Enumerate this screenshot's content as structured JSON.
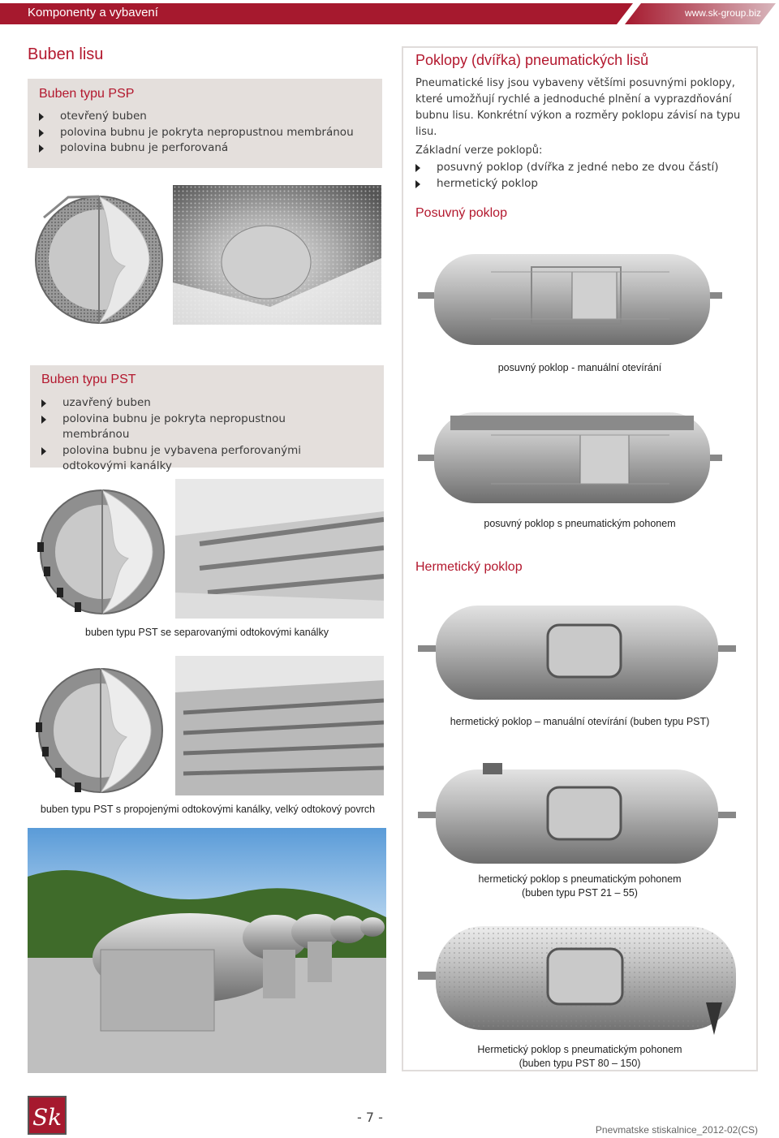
{
  "header": {
    "title": "Komponenty a vybavení",
    "url": "www.sk-group.biz",
    "accent": "#a6192e"
  },
  "left": {
    "section_title": "Buben lisu",
    "psp": {
      "title": "Buben typu PSP",
      "items": [
        "otevřený buben",
        "polovina bubnu je pokryta nepropustnou membránou",
        "polovina bubnu je perforovaná"
      ]
    },
    "pst": {
      "title": "Buben typu PST",
      "items": [
        "uzavřený buben",
        "polovina bubnu je pokryta nepropustnou membránou",
        "polovina bubnu je vybavena perforovanými odtokovými kanálky"
      ]
    },
    "caption_separated": "buben typu PST se separovanými odtokovými kanálky",
    "caption_joined": "buben typu PST s propojenými odtokovými kanálky, velký odtokový povrch"
  },
  "right": {
    "title": "Poklopy (dvířka) pneumatických lisů",
    "intro": "Pneumatické lisy jsou vybaveny většími posuvnými poklopy, které umožňují rychlé a jednoduché plnění a vyprazdňování bubnu lisu. Konkrétní výkon a rozměry poklopu závisí na typu lisu.",
    "versions_label": "Základní verze poklopů:",
    "versions": [
      "posuvný poklop (dvířka z jedné nebo ze dvou částí)",
      "hermetický poklop"
    ],
    "sliding_title": "Posuvný poklop",
    "cap_manual": "posuvný poklop - manuální otevírání",
    "cap_pneumatic": "posuvný poklop s pneumatickým pohonem",
    "hermetic_title": "Hermetický poklop",
    "cap_herm_manual": "hermetický poklop – manuální otevírání (buben typu PST)",
    "cap_herm_pneu_1": "hermetický poklop s pneumatickým pohonem",
    "cap_herm_pneu_2": "(buben typu PST 21 – 55)",
    "cap_herm_pneu_big_1": "Hermetický poklop s pneumatickým pohonem",
    "cap_herm_pneu_big_2": "(buben typu PST 80 – 150)"
  },
  "footer": {
    "page": "- 7 -",
    "doc": "Pnevmatske stiskalnice_2012-02(CS)",
    "logo_text": "Sk"
  }
}
